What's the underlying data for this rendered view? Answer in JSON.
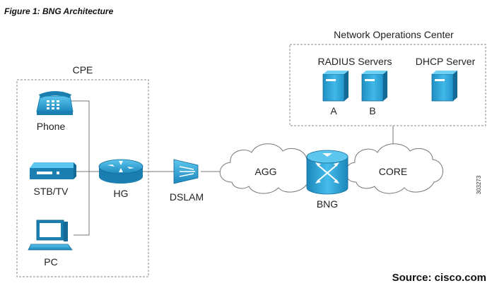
{
  "figure": {
    "title": "Figure 1: BNG Architecture",
    "source": "Source: cisco.com",
    "figure_number": "303273"
  },
  "cpe": {
    "label": "CPE",
    "phone": "Phone",
    "stb": "STB/TV",
    "pc": "PC",
    "hg": "HG"
  },
  "dslam": "DSLAM",
  "clouds": {
    "agg": "AGG",
    "core": "CORE"
  },
  "bng": "BNG",
  "noc": {
    "label": "Network Operations Center",
    "radius": "RADIUS Servers",
    "dhcp": "DHCP Server",
    "server_a": "A",
    "server_b": "B"
  },
  "colors": {
    "device_blue": "#3db5e6",
    "device_dark": "#1a7fb0",
    "line": "#777777",
    "border": "#888888"
  }
}
